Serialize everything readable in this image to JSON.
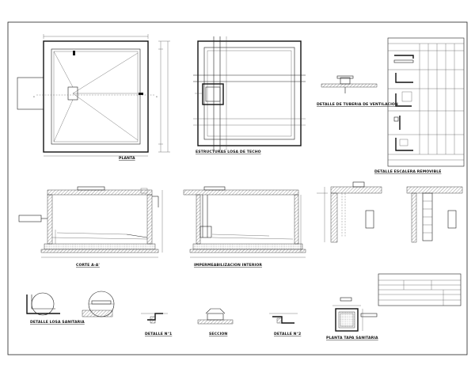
{
  "views": {
    "planta": "PLANTA",
    "estructuras_losa": "ESTRUCTURAS LOSA DE TECHO",
    "detalle_ventilacion": "DETALLE DE TUBERIA DE VENTILACION",
    "detalle_escalera": "DETALLE ESCALERA REMOVIBLE",
    "corte_aa": "CORTE A-A'",
    "impermeabilizacion": "IMPERMEABILIZACION INTERIOR",
    "detalle_losa_sanitaria": "DETALLE LOSA SANITARIA",
    "detalle_1": "DETALLE N°1",
    "seccion": "SECCION",
    "detalle_2": "DETALLE N°2",
    "planta_tapa": "PLANTA TAPA SANITARIA"
  },
  "section_marker": "A"
}
